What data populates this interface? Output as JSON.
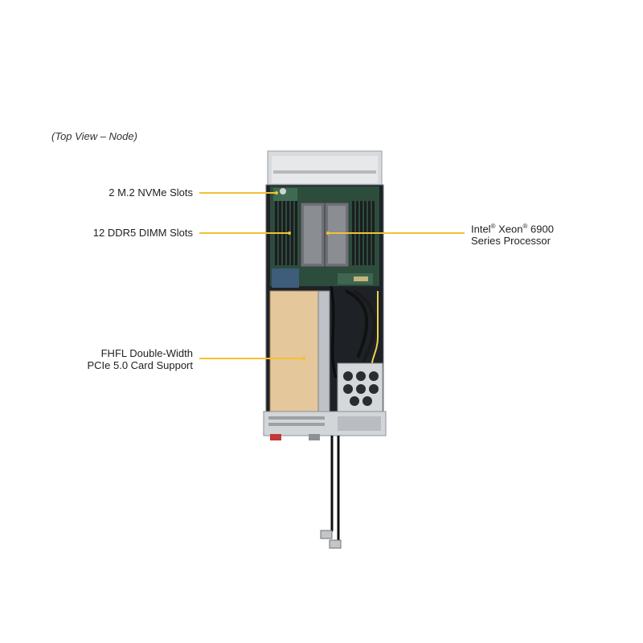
{
  "caption": "(Top View – Node)",
  "callouts": {
    "nvme": "2 M.2 NVMe Slots",
    "dimm": "12 DDR5 DIMM Slots",
    "processor_line1_a": "Intel",
    "processor_line1_b": "Xeon",
    "processor_line1_c": " 6900",
    "processor_reg": "®",
    "processor_line2": "Series Processor",
    "pcie_line1": "FHFL Double-Width",
    "pcie_line2": "PCIe 5.0 Card Support"
  },
  "colors": {
    "leader": "#f2c230",
    "chassis": "#c9ccd0",
    "board": "#2c4a3a",
    "card": "#e4c79a"
  }
}
